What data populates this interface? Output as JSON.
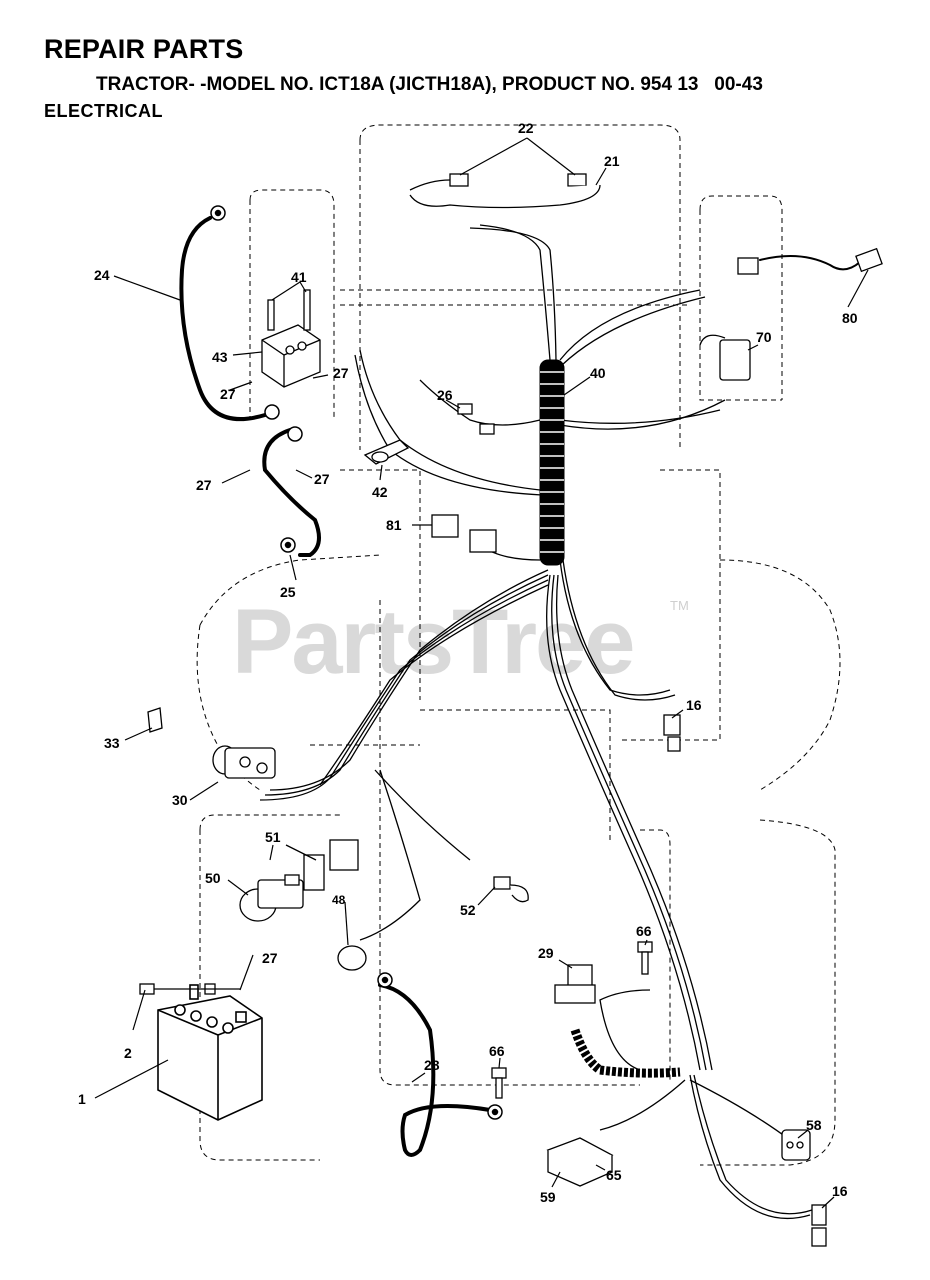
{
  "header": {
    "title": "REPAIR PARTS",
    "model_line": "TRACTOR- -MODEL NO. ICT18A (JICTH18A), PRODUCT NO. 954 13   00-43",
    "section": "ELECTRICAL"
  },
  "watermark": {
    "text": "PartsTree",
    "tm": "TM",
    "color": "#d9d9d9"
  },
  "callouts": {
    "c1": "1",
    "c2": "2",
    "c16a": "16",
    "c16b": "16",
    "c21": "21",
    "c22": "22",
    "c24": "24",
    "c25": "25",
    "c26": "26",
    "c27a": "27",
    "c27b": "27",
    "c27c": "27",
    "c27d": "27",
    "c27e": "27",
    "c28": "28",
    "c29": "29",
    "c30": "30",
    "c33": "33",
    "c40": "40",
    "c41": "41",
    "c42": "42",
    "c43": "43",
    "c48": "48",
    "c50": "50",
    "c51": "51",
    "c52": "52",
    "c58": "58",
    "c59": "59",
    "c65": "65",
    "c66a": "66",
    "c66b": "66",
    "c70": "70",
    "c80": "80",
    "c81": "81"
  }
}
